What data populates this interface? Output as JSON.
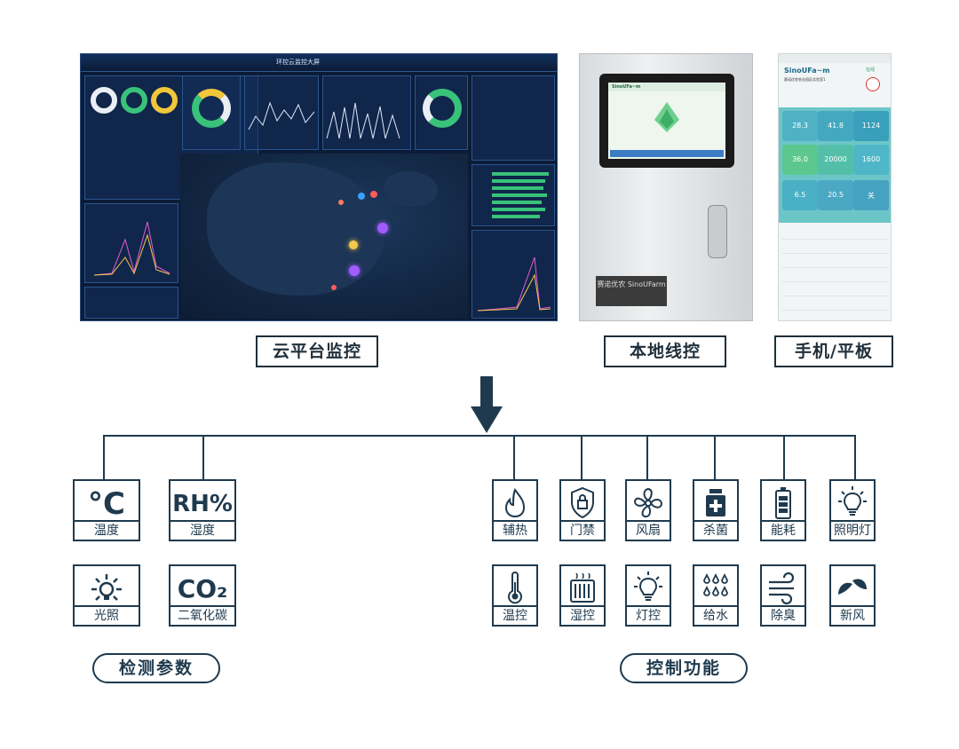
{
  "sources": [
    {
      "id": "cloud",
      "label": "云平台监控"
    },
    {
      "id": "local",
      "label": "本地线控"
    },
    {
      "id": "mobile",
      "label": "手机/平板"
    }
  ],
  "cloud_dashboard": {
    "title": "环控云监控大屏"
  },
  "local_panel": {
    "brand": "SinoUFa~m",
    "plate": "赛诺优农 SinoUFarm"
  },
  "mobile_app": {
    "brand": "SinoUFa~m",
    "subtitle": "赛诺优农农业园区实验室1",
    "status": "在线",
    "tiles": [
      "28.3",
      "41.8",
      "1124",
      "36.0",
      "20000",
      "1600",
      "6.5",
      "20.5",
      "关"
    ]
  },
  "monitoring": {
    "title": "检测参数",
    "items": [
      {
        "symbol": "°C",
        "label": "温度"
      },
      {
        "symbol": "RH%",
        "label": "湿度"
      },
      {
        "symbol": "",
        "label": "光照",
        "icon": "light-icon"
      },
      {
        "symbol": "CO₂",
        "label": "二氧化碳"
      }
    ]
  },
  "controls": {
    "title": "控制功能",
    "items": [
      {
        "label": "辅热",
        "icon": "flame-icon"
      },
      {
        "label": "门禁",
        "icon": "lock-shield-icon"
      },
      {
        "label": "风扇",
        "icon": "fan-icon"
      },
      {
        "label": "杀菌",
        "icon": "sterilize-icon"
      },
      {
        "label": "能耗",
        "icon": "battery-icon"
      },
      {
        "label": "照明灯",
        "icon": "bulb-icon"
      },
      {
        "label": "温控",
        "icon": "thermometer-icon"
      },
      {
        "label": "湿控",
        "icon": "humidifier-icon"
      },
      {
        "label": "灯控",
        "icon": "bulb-icon"
      },
      {
        "label": "给水",
        "icon": "water-drops-icon"
      },
      {
        "label": "除臭",
        "icon": "wind-icon"
      },
      {
        "label": "新风",
        "icon": "leaf-icon"
      }
    ]
  },
  "colors": {
    "line": "#1f3a4e",
    "dashboard_bg": "#0c1b36"
  }
}
